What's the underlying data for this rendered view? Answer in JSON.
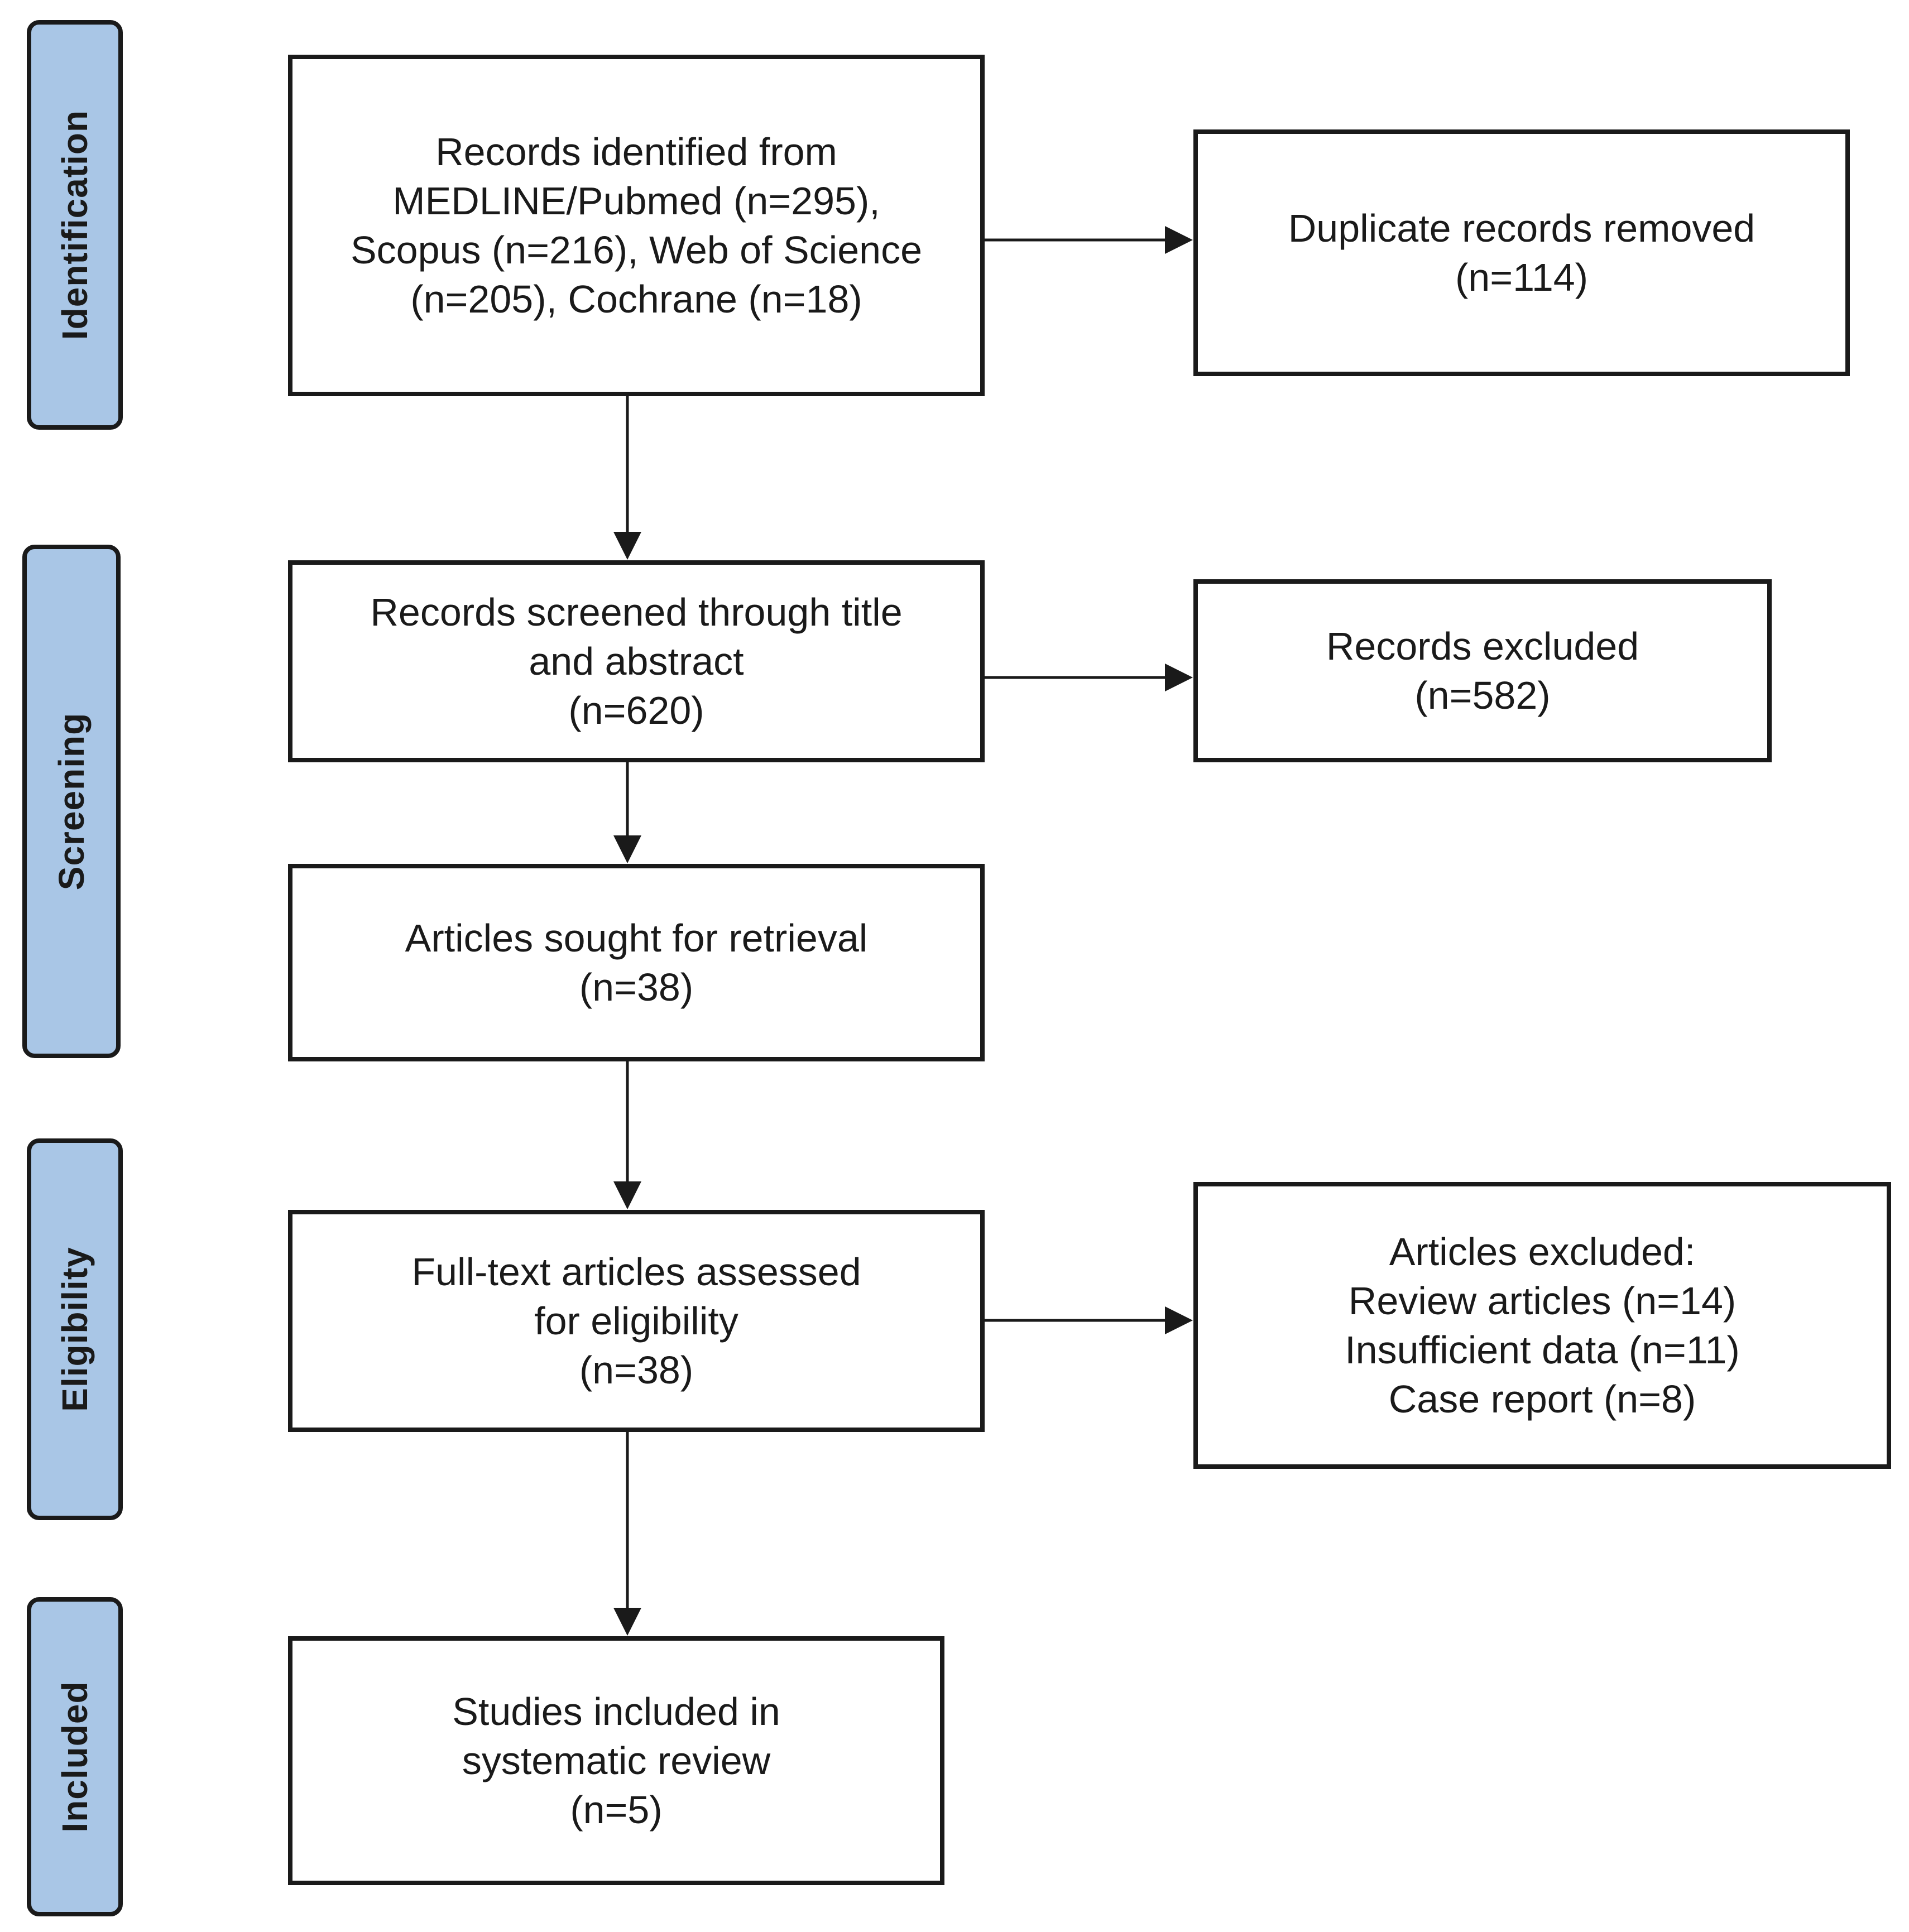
{
  "stages": {
    "identification": "Identification",
    "screening": "Screening",
    "eligibility": "Eligibility",
    "included": "Included"
  },
  "boxes": {
    "records_identified": [
      "Records identified from",
      "MEDLINE/Pubmed (n=295),",
      "Scopus (n=216), Web of Science",
      "(n=205), Cochrane (n=18)"
    ],
    "duplicates_removed": [
      "Duplicate records removed",
      "(n=114)"
    ],
    "records_screened": [
      "Records screened through title",
      "and abstract",
      "(n=620)"
    ],
    "records_excluded": [
      "Records excluded",
      "(n=582)"
    ],
    "sought_retrieval": [
      "Articles sought for retrieval",
      "(n=38)"
    ],
    "full_text_assessed": [
      "Full-text articles assessed",
      "for eligibility",
      "(n=38)"
    ],
    "articles_excluded": [
      "Articles excluded:",
      "Review articles (n=14)",
      "Insufficient data (n=11)",
      "Case report (n=8)"
    ],
    "studies_included": [
      "Studies included in",
      "systematic review",
      "(n=5)"
    ]
  }
}
